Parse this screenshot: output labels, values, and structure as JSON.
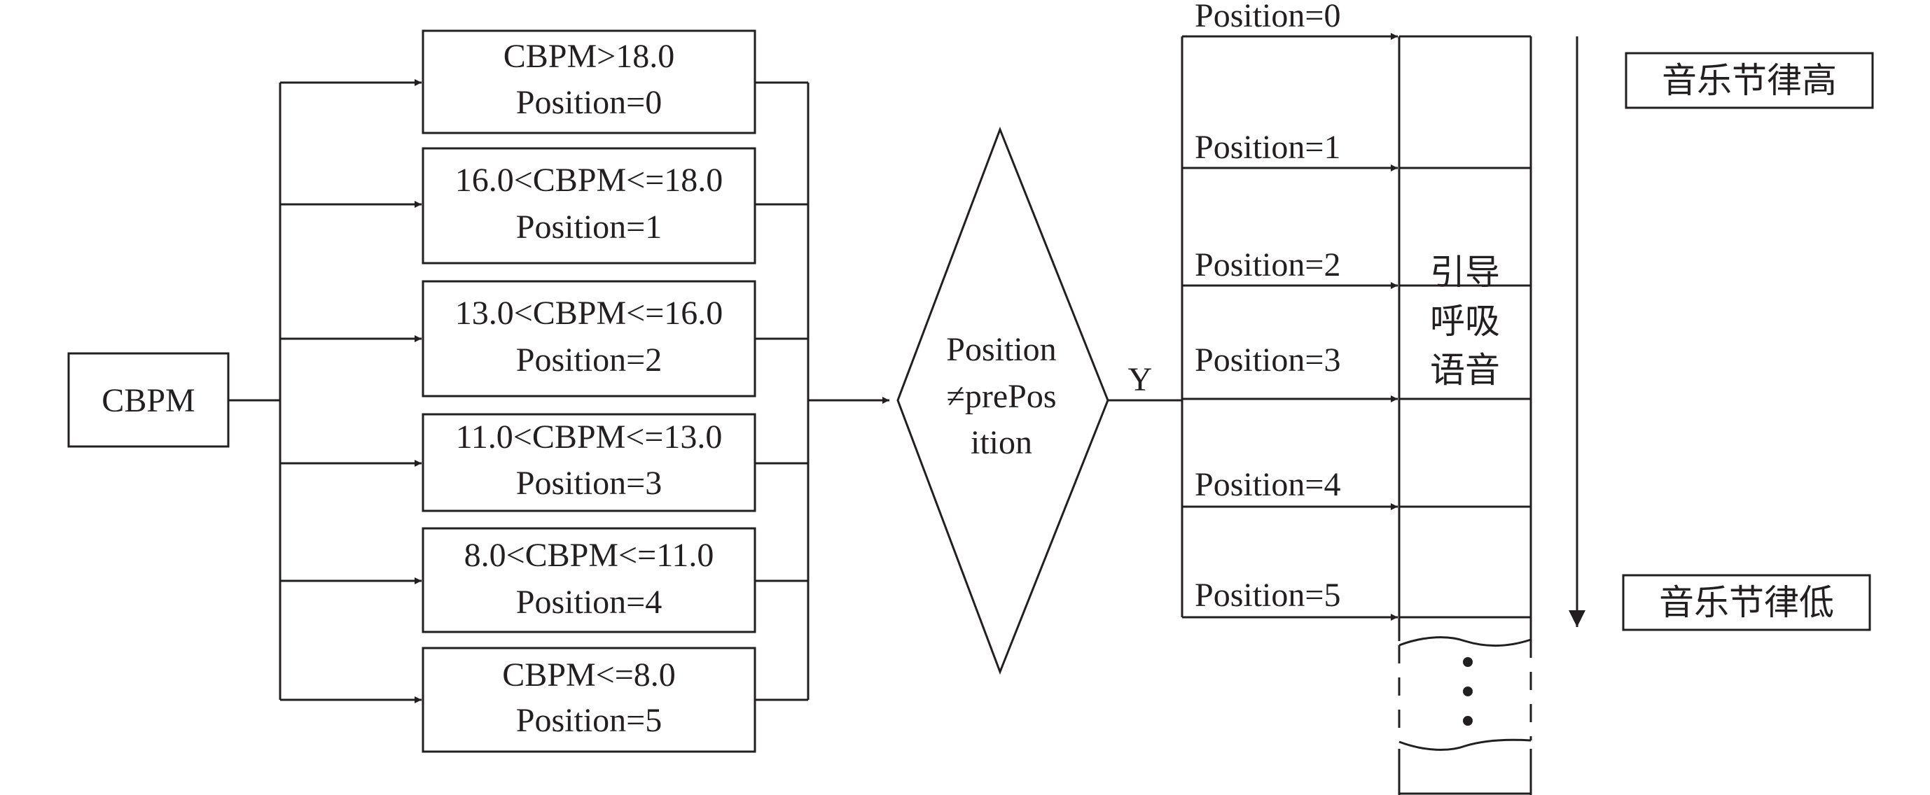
{
  "input": {
    "label": "CBPM"
  },
  "conditions": [
    {
      "rule": "CBPM>18.0",
      "position": "Position=0"
    },
    {
      "rule": "16.0<CBPM<=18.0",
      "position": "Position=1"
    },
    {
      "rule": "13.0<CBPM<=16.0",
      "position": "Position=2"
    },
    {
      "rule": "11.0<CBPM<=13.0",
      "position": "Position=3"
    },
    {
      "rule": "8.0<CBPM<=11.0",
      "position": "Position=4"
    },
    {
      "rule": "CBPM<=8.0",
      "position": "Position=5"
    }
  ],
  "decision": {
    "lines": [
      "Position",
      "≠prePos",
      "ition"
    ],
    "yes_label": "Y"
  },
  "outputs": [
    "Position=0",
    "Position=1",
    "Position=2",
    "Position=3",
    "Position=4",
    "Position=5"
  ],
  "column": {
    "label_lines": [
      "引导",
      "呼吸",
      "语音"
    ]
  },
  "scale": {
    "high": "音乐节律高",
    "low": "音乐节律低"
  }
}
